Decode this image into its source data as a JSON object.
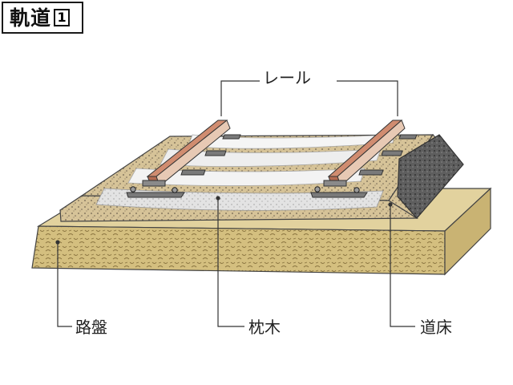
{
  "title": {
    "text": "軌道",
    "number": "1"
  },
  "labels": {
    "rail": "レール",
    "subgrade": "路盤",
    "sleeper": "枕木",
    "ballast": "道床"
  },
  "colors": {
    "subgrade": "#d4bf7f",
    "ballast": "#d9c59a",
    "ballast_gray": "#e0e0e0",
    "stone_cut": "#5a5a5a",
    "rail_top": "#d08c70",
    "rail_body": "#e7c9b4",
    "plate": "#7a7a7a",
    "leader": "#333333"
  }
}
